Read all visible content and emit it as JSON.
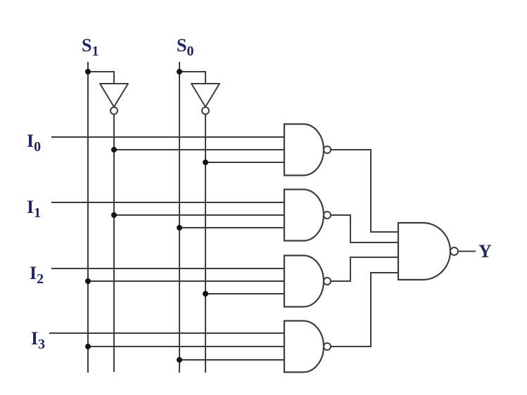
{
  "diagram": {
    "labels": {
      "s1": {
        "base": "S",
        "sub": "1"
      },
      "s0": {
        "base": "S",
        "sub": "0"
      },
      "i0": {
        "base": "I",
        "sub": "0"
      },
      "i1": {
        "base": "I",
        "sub": "1"
      },
      "i2": {
        "base": "I",
        "sub": "2"
      },
      "i3": {
        "base": "I",
        "sub": "3"
      },
      "output": "Y"
    },
    "colors": {
      "wire": "#3d3d3d",
      "label": "#1f2566",
      "dot": "#141414",
      "background": "#ffffff"
    }
  }
}
